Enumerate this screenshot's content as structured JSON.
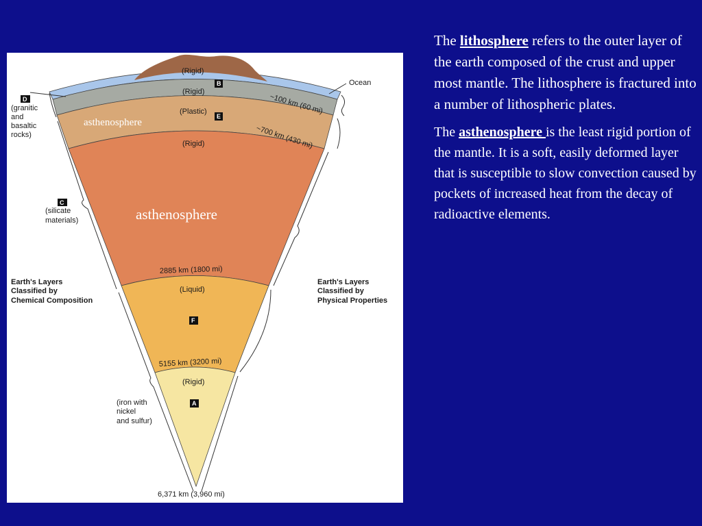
{
  "figure": {
    "layer_labels": {
      "rigid_top": "(Rigid)",
      "rigid_lith": "(Rigid)",
      "plastic": "(Plastic)",
      "rigid_mantle": "(Rigid)",
      "liquid": "(Liquid)",
      "rigid_inner": "(Rigid)",
      "ocean": "Ocean"
    },
    "depths": {
      "d100": "~100 km (60 mi)",
      "d700": "~700 km (430 mi)",
      "d2885": "2885 km (1800 mi)",
      "d5155": "5155 km (3200 mi)",
      "d6371": "6,371 km (3,960 mi)"
    },
    "letters": {
      "A": "A",
      "B": "B",
      "C": "C",
      "D": "D",
      "E": "E",
      "F": "F"
    },
    "left_notes": {
      "crust": [
        "(granitic",
        "and",
        "basaltic",
        "rocks)"
      ],
      "mantle": [
        "(silicate",
        "materials)"
      ],
      "core": [
        "(iron with",
        "nickel",
        "and sulfur)"
      ]
    },
    "classification_left": [
      "Earth's Layers",
      "Classified by",
      "Chemical Composition"
    ],
    "classification_right": [
      "Earth's Layers",
      "Classified by",
      "Physical Properties"
    ],
    "overlay_small": "asthenosphere",
    "overlay_large": "asthenosphere"
  },
  "text": {
    "p1": {
      "pre": "The ",
      "term": "lithosphere",
      "post": " refers to the outer layer of the earth composed of the crust and upper most mantle. The lithosphere is fractured into a number of lithospheric plates."
    },
    "p2": {
      "pre": "The ",
      "term": "asthenosphere ",
      "post": " is the least rigid portion of the mantle. It is a soft, easily deformed layer that is susceptible to slow convection caused by pockets of increased heat from the decay of radioactive elements."
    }
  },
  "colors": {
    "background": "#0d0f8c",
    "ocean": "#a9c6ea",
    "crust_land": "#9e6747",
    "lithosphere_mantle": "#a6aaa3",
    "asthenosphere": "#d8a877",
    "lower_mantle": "#e08457",
    "outer_core": "#f0b656",
    "inner_core": "#f6e6a2"
  }
}
